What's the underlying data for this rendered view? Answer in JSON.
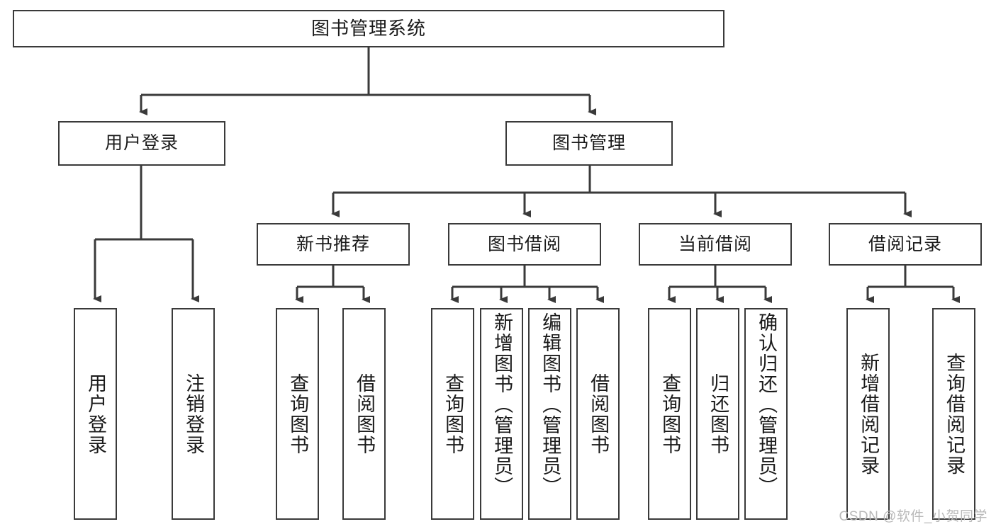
{
  "diagram": {
    "type": "tree-hierarchy",
    "title": "图书管理系统",
    "root": {
      "label": "图书管理系统"
    },
    "level2": [
      {
        "label": "用户登录"
      },
      {
        "label": "图书管理"
      }
    ],
    "level3": [
      {
        "label": "新书推荐"
      },
      {
        "label": "图书借阅"
      },
      {
        "label": "当前借阅"
      },
      {
        "label": "借阅记录"
      }
    ],
    "leaves": {
      "user_login": [
        {
          "label": "用户登录"
        },
        {
          "label": "注销登录"
        }
      ],
      "new_book_recommend": [
        {
          "label": "查询图书"
        },
        {
          "label": "借阅图书"
        }
      ],
      "book_borrow": [
        {
          "label": "查询图书"
        },
        {
          "label": "新增图书（管理员）"
        },
        {
          "label": "编辑图书（管理员）"
        },
        {
          "label": "借阅图书"
        }
      ],
      "current_borrow": [
        {
          "label": "查询图书"
        },
        {
          "label": "归还图书"
        },
        {
          "label": "确认归还（管理员）"
        }
      ],
      "borrow_record": [
        {
          "label": "新增借阅记录"
        },
        {
          "label": "查询借阅记录"
        }
      ]
    }
  },
  "watermark": {
    "text": "CSDN @软件_小贺同学"
  },
  "colors": {
    "border": "#3a3a3a",
    "text": "#1a1a1a",
    "background": "#ffffff",
    "watermark": "#b9b9b9"
  }
}
